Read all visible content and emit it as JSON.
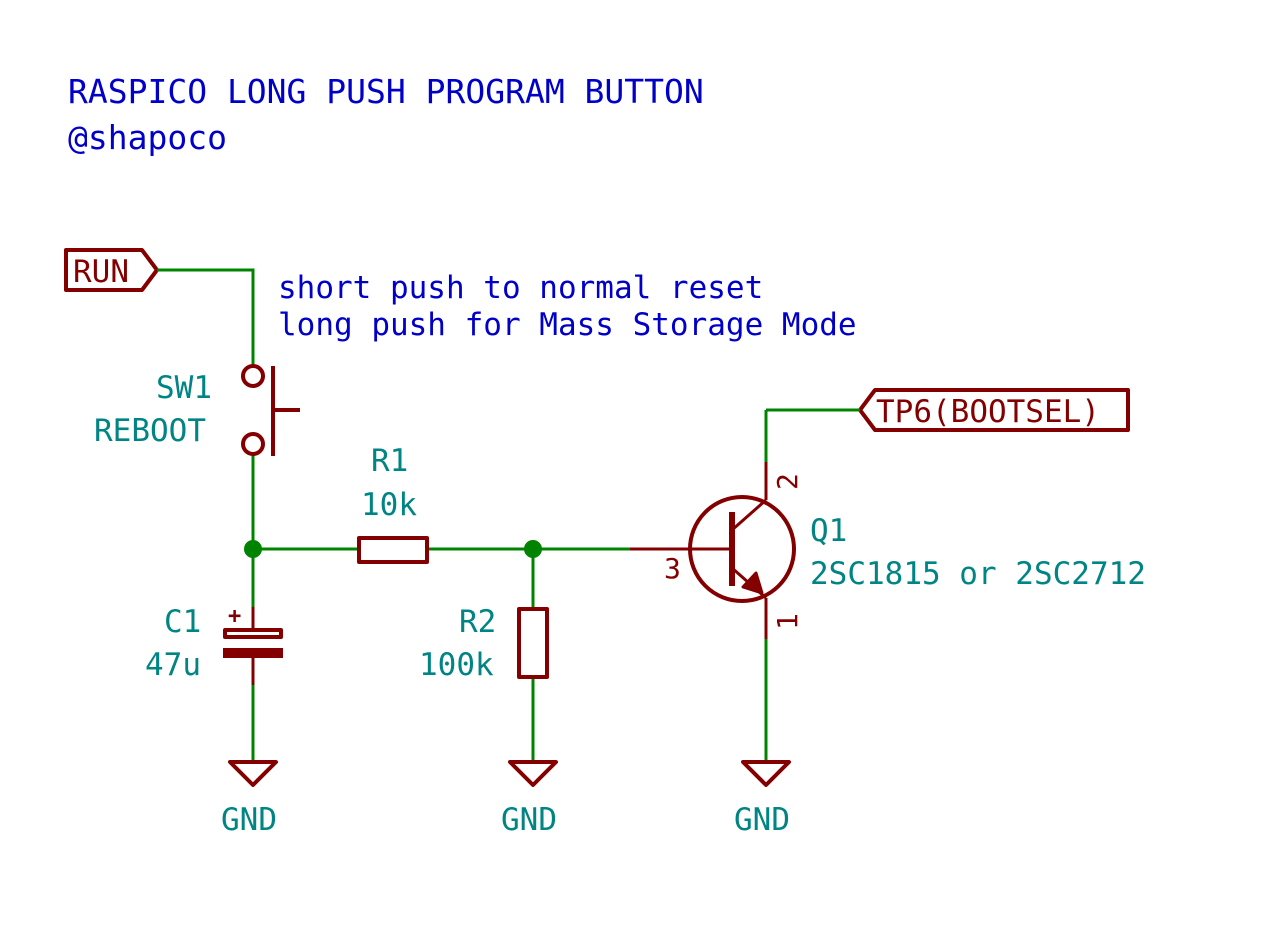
{
  "title": {
    "line1": "RASPICO LONG PUSH PROGRAM BUTTON",
    "line2": "@shapoco"
  },
  "note": {
    "line1": "short push to normal reset",
    "line2": "long push for Mass Storage Mode"
  },
  "labels": {
    "run": "RUN",
    "bootsel": "TP6(BOOTSEL)"
  },
  "components": {
    "sw1": {
      "ref": "SW1",
      "value": "REBOOT"
    },
    "r1": {
      "ref": "R1",
      "value": "10k"
    },
    "r2": {
      "ref": "R2",
      "value": "100k"
    },
    "c1": {
      "ref": "C1",
      "value": "47u",
      "polarity": "+"
    },
    "q1": {
      "ref": "Q1",
      "value": "2SC1815 or 2SC2712",
      "pins": {
        "base": "3",
        "collector": "2",
        "emitter": "1"
      }
    }
  },
  "power": {
    "gnd1": "GND",
    "gnd2": "GND",
    "gnd3": "GND"
  },
  "colors": {
    "wire": "#008400",
    "component": "#840000",
    "reference": "#008484",
    "text": "#0000c8",
    "background": "#ffffff"
  }
}
